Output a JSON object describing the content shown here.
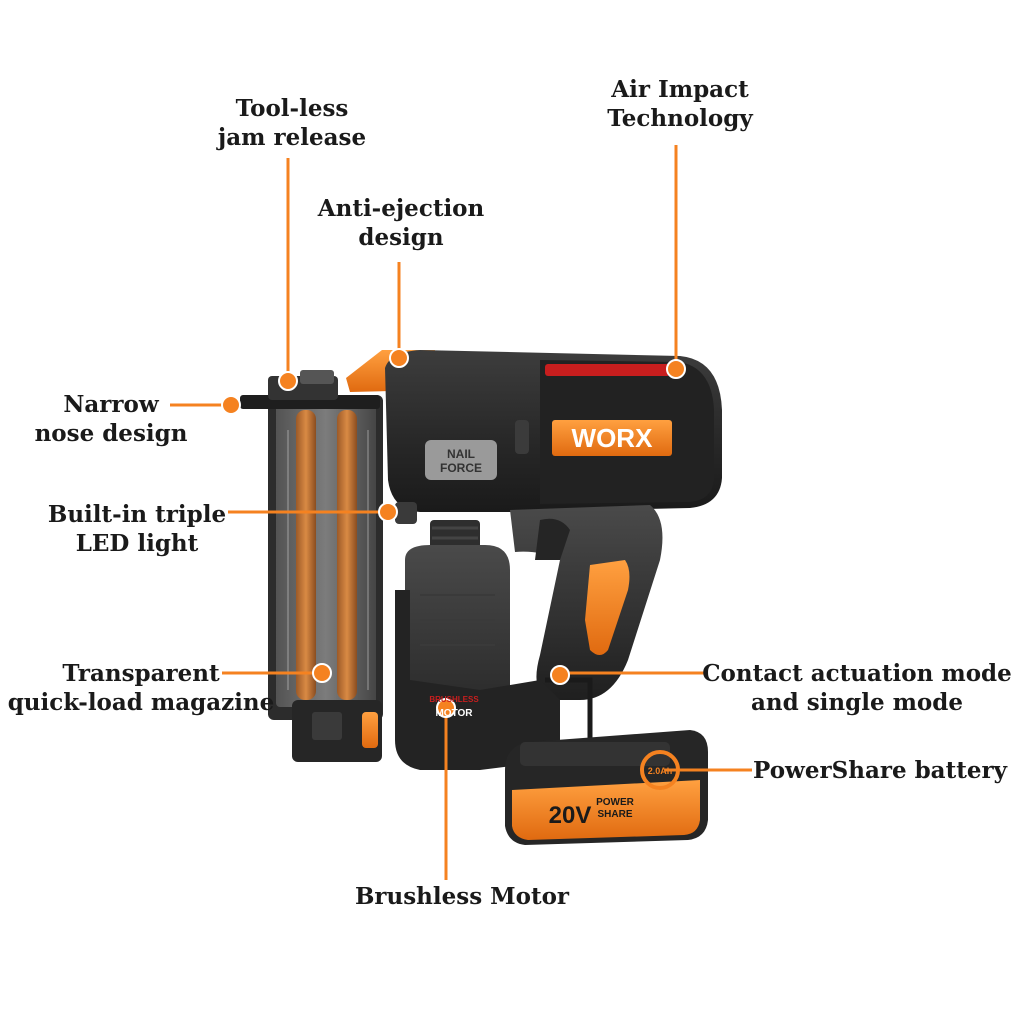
{
  "callouts": {
    "tool_less": [
      "Tool-less",
      "jam release"
    ],
    "air_impact": [
      "Air Impact",
      "Technology"
    ],
    "anti_ejection": [
      "Anti-ejection",
      "design"
    ],
    "narrow_nose": [
      "Narrow",
      "nose design"
    ],
    "led_light": [
      "Built-in triple",
      "LED light"
    ],
    "magazine": [
      "Transparent",
      "quick-load magazine"
    ],
    "contact_mode": [
      "Contact actuation mode",
      "and single mode"
    ],
    "battery": [
      "PowerShare battery"
    ],
    "motor": [
      "Brushless Motor"
    ]
  },
  "product_text": {
    "brand": "WORX",
    "nailforce_1": "NAIL",
    "nailforce_2": "FORCE",
    "motor_badge_1": "BRUSHLESS",
    "motor_badge_2": "MOTOR",
    "voltage": "20V",
    "powershare_1": "POWER",
    "powershare_2": "SHARE",
    "capacity": "2.0Ah"
  },
  "colors": {
    "accent": "#f58220",
    "body_dark": "#2b2b2b",
    "label_text": "#1a1a1a"
  }
}
